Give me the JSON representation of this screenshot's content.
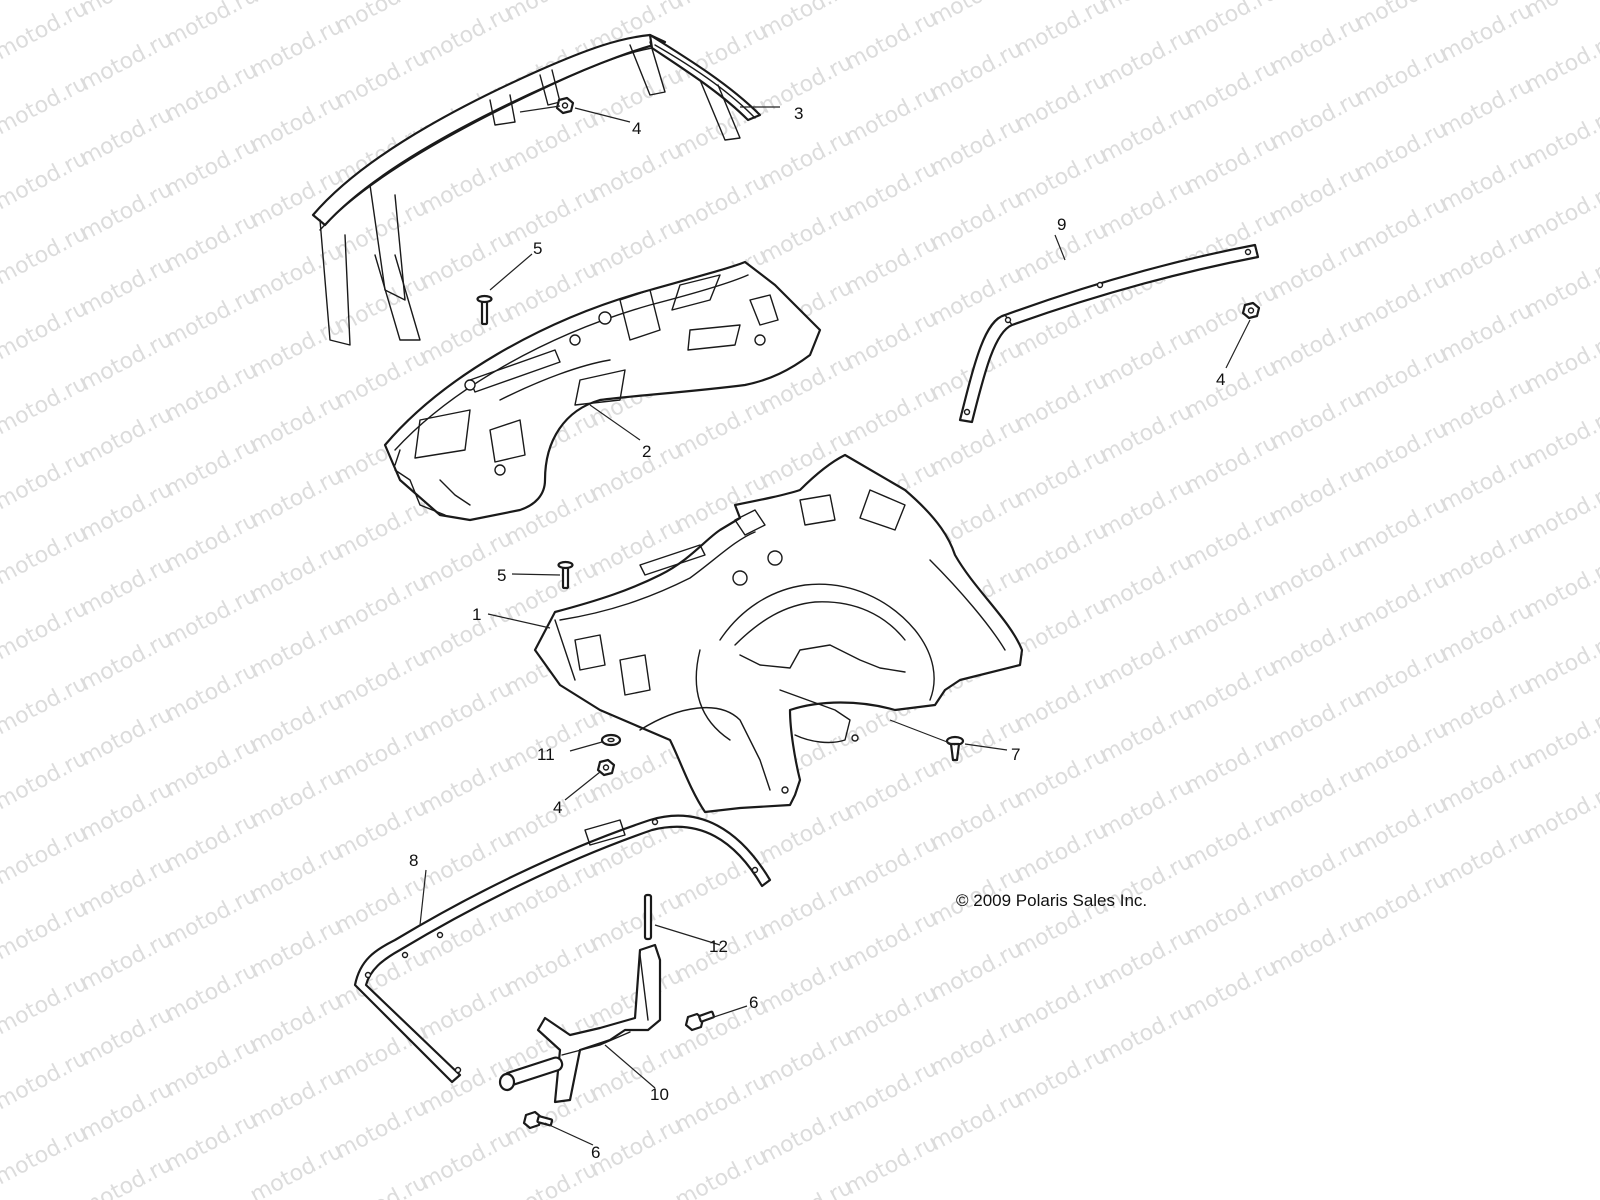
{
  "watermark": {
    "text": "motod.ru",
    "color": "#dcdcdc"
  },
  "copyright": "© 2009 Polaris Sales Inc.",
  "callouts": [
    {
      "id": "c1",
      "label": "1"
    },
    {
      "id": "c2",
      "label": "2"
    },
    {
      "id": "c3",
      "label": "3"
    },
    {
      "id": "c4a",
      "label": "4"
    },
    {
      "id": "c4b",
      "label": "4"
    },
    {
      "id": "c4c",
      "label": "4"
    },
    {
      "id": "c5a",
      "label": "5"
    },
    {
      "id": "c5b",
      "label": "5"
    },
    {
      "id": "c6a",
      "label": "6"
    },
    {
      "id": "c6b",
      "label": "6"
    },
    {
      "id": "c7",
      "label": "7"
    },
    {
      "id": "c8",
      "label": "8"
    },
    {
      "id": "c9",
      "label": "9"
    },
    {
      "id": "c10",
      "label": "10"
    },
    {
      "id": "c11",
      "label": "11"
    },
    {
      "id": "c12",
      "label": "12"
    }
  ]
}
